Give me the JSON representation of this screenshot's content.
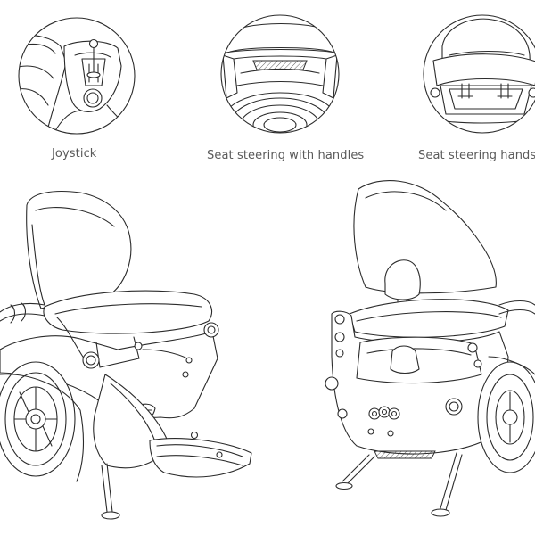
{
  "captions": {
    "joystick": "Joystick",
    "seat_handles": "Seat steering with handles",
    "seat_hands": "Seat steering hands f"
  },
  "illustrations": {
    "detail_1": "joystick-detail-illustration",
    "detail_2": "seat-handles-detail-illustration",
    "detail_3": "seat-hands-detail-illustration",
    "main_left": "personal-mobility-device-side-view",
    "main_right": "personal-mobility-device-rear-view"
  },
  "colors": {
    "line": "#2b2b2b",
    "caption": "#5a5a5a",
    "background": "#ffffff"
  }
}
